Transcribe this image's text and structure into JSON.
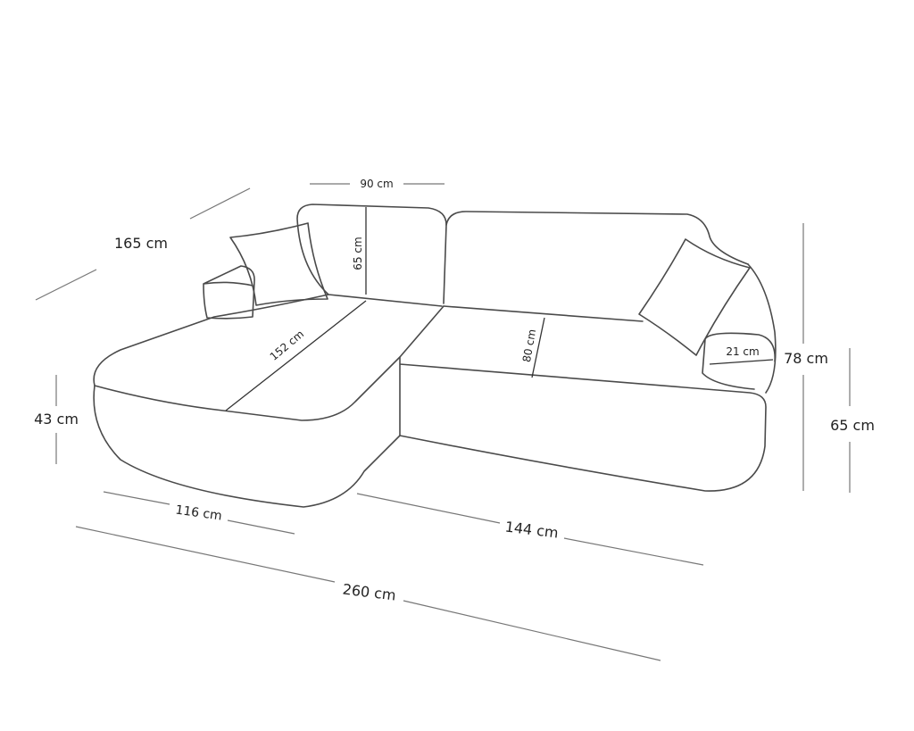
{
  "title": "Corner sofa dimensions",
  "dimensions": {
    "back_width": "90 cm",
    "depth": "165 cm",
    "back_height": "65 cm",
    "chaise_length": "152 cm",
    "seat_depth": "80 cm",
    "arm_width": "21 cm",
    "total_height": "78 cm",
    "arm_height": "65 cm",
    "seat_height": "43 cm",
    "chaise_width": "116 cm",
    "sofa_width": "144 cm",
    "total_width": "260 cm"
  }
}
